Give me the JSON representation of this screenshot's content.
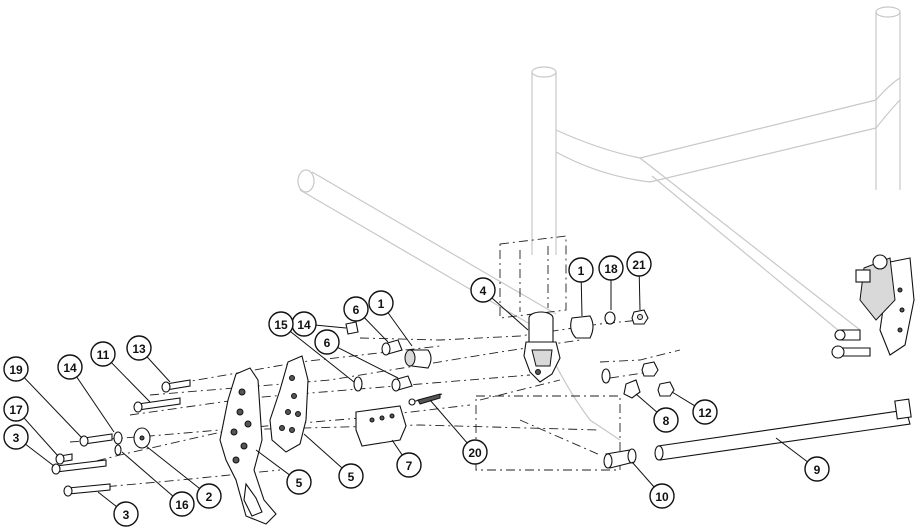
{
  "callouts": [
    {
      "id": "c1a",
      "label": "1"
    },
    {
      "id": "c1b",
      "label": "1"
    },
    {
      "id": "c2",
      "label": "2"
    },
    {
      "id": "c3a",
      "label": "3"
    },
    {
      "id": "c3b",
      "label": "3"
    },
    {
      "id": "c4",
      "label": "4"
    },
    {
      "id": "c5a",
      "label": "5"
    },
    {
      "id": "c5b",
      "label": "5"
    },
    {
      "id": "c6a",
      "label": "6"
    },
    {
      "id": "c6b",
      "label": "6"
    },
    {
      "id": "c7",
      "label": "7"
    },
    {
      "id": "c8",
      "label": "8"
    },
    {
      "id": "c9",
      "label": "9"
    },
    {
      "id": "c10",
      "label": "10"
    },
    {
      "id": "c11",
      "label": "11"
    },
    {
      "id": "c12",
      "label": "12"
    },
    {
      "id": "c13",
      "label": "13"
    },
    {
      "id": "c14a",
      "label": "14"
    },
    {
      "id": "c14b",
      "label": "14"
    },
    {
      "id": "c15",
      "label": "15"
    },
    {
      "id": "c16",
      "label": "16"
    },
    {
      "id": "c17",
      "label": "17"
    },
    {
      "id": "c18",
      "label": "18"
    },
    {
      "id": "c19",
      "label": "19"
    },
    {
      "id": "c20",
      "label": "20"
    },
    {
      "id": "c21",
      "label": "21"
    }
  ],
  "colors": {
    "ink": "#111111",
    "ghost": "#c8c8c8",
    "background": "#ffffff"
  }
}
